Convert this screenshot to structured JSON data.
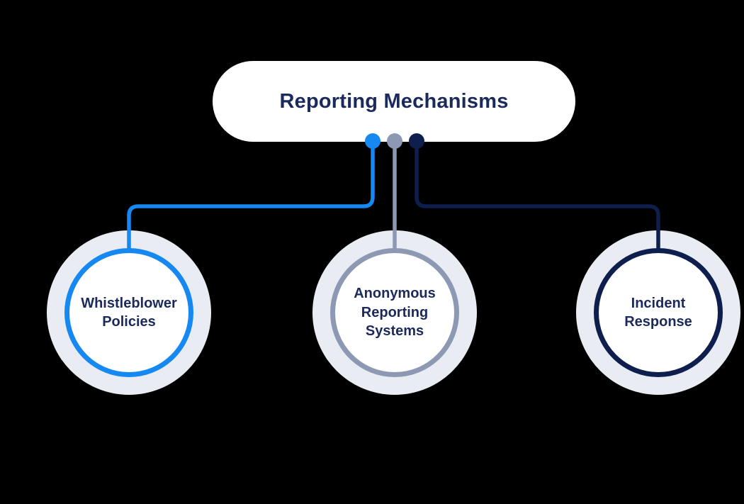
{
  "diagram": {
    "title": "Reporting Mechanisms",
    "background_color": "#000000",
    "root": {
      "label": "Reporting Mechanisms",
      "fill": "#ffffff",
      "text_color": "#1b2a5c"
    },
    "nodes": [
      {
        "id": "whistleblower-policies",
        "label": "Whistleblower Policies",
        "accent_color": "#1588f2"
      },
      {
        "id": "anonymous-reporting-systems",
        "label": "Anonymous Reporting Systems",
        "accent_color": "#8d99b3"
      },
      {
        "id": "incident-response",
        "label": "Incident Response",
        "accent_color": "#0e1f4d"
      }
    ],
    "node_style": {
      "halo_color": "#e9edf3",
      "fill": "#ffffff",
      "label_color": "#1b2a5a"
    }
  }
}
